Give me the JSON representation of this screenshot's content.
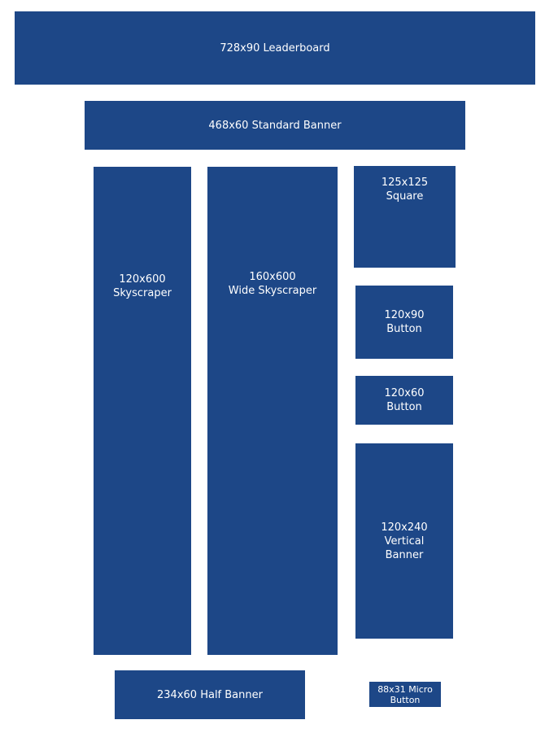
{
  "ads": {
    "leaderboard": {
      "line1": "728x90 Leaderboard"
    },
    "standard_banner": {
      "line1": "468x60 Standard Banner"
    },
    "skyscraper": {
      "line1": "120x600",
      "line2": "Skyscraper"
    },
    "wide_skyscraper": {
      "line1": "160x600",
      "line2": "Wide Skyscraper"
    },
    "square": {
      "line1": "125x125",
      "line2": "Square"
    },
    "button_120x90": {
      "line1": "120x90",
      "line2": "Button"
    },
    "button_120x60": {
      "line1": "120x60",
      "line2": "Button"
    },
    "vertical_banner": {
      "line1": "120x240",
      "line2": "Vertical",
      "line3": "Banner"
    },
    "half_banner": {
      "line1": "234x60 Half Banner"
    },
    "micro_button": {
      "line1": "88x31 Micro",
      "line2": "Button"
    }
  },
  "colors": {
    "box_fill": "#1d4787",
    "text": "#ffffff",
    "background": "#ffffff"
  }
}
